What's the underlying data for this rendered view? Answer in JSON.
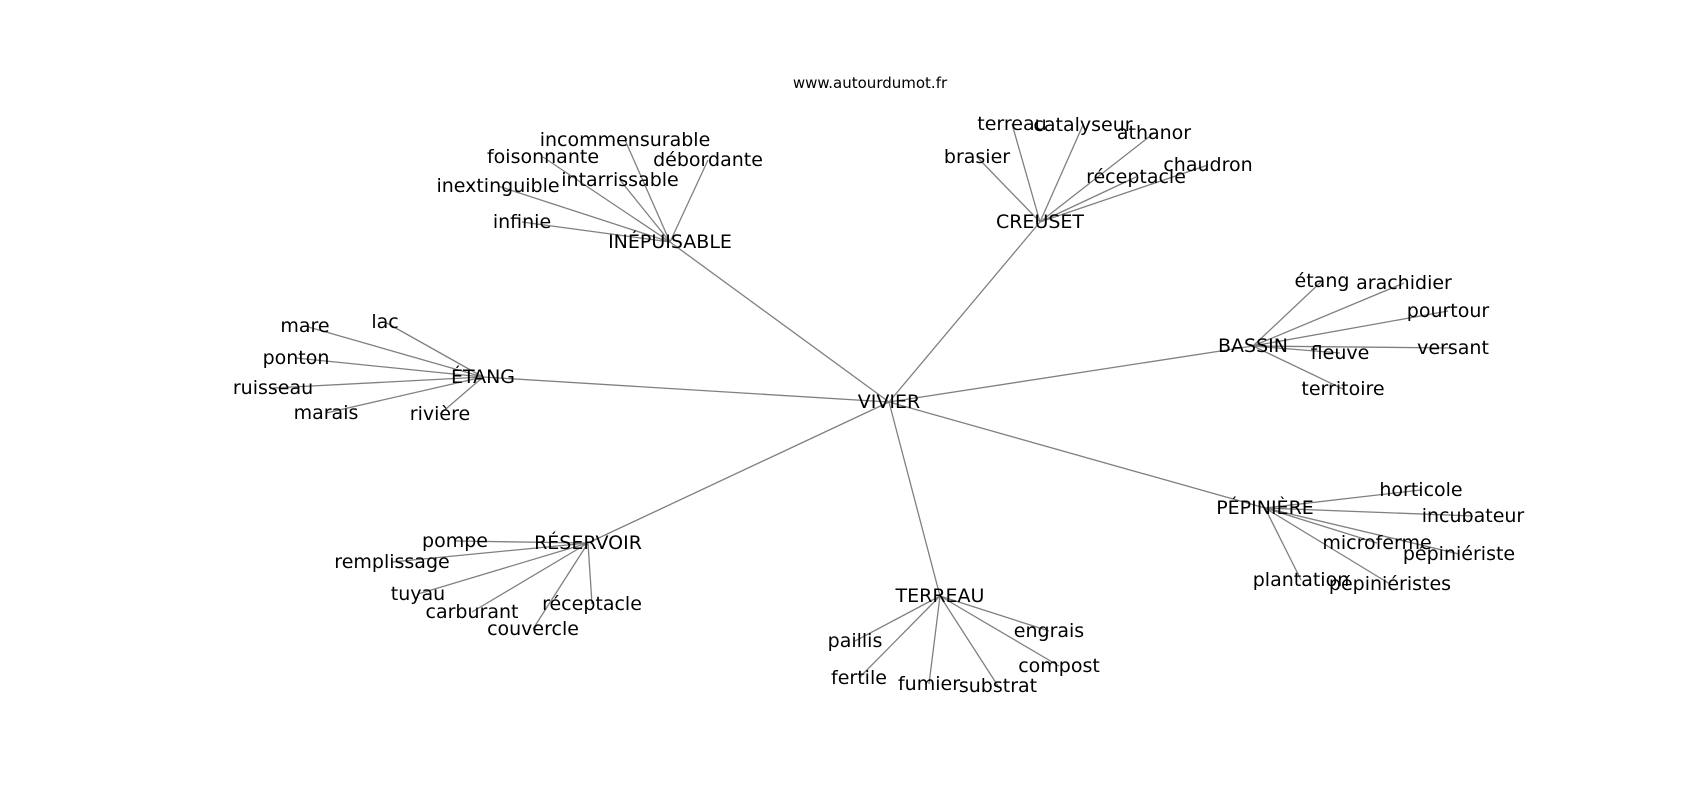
{
  "header": {
    "source": "www.autourdumot.fr"
  },
  "graph": {
    "edge_color": "#808080",
    "root": "VIVIER",
    "clusters": [
      {
        "label": "INÉPUISABLE",
        "leaves": [
          "incommensurable",
          "foisonnante",
          "débordante",
          "intarrissable",
          "inextinguible",
          "infinie"
        ]
      },
      {
        "label": "CREUSET",
        "leaves": [
          "terreau",
          "catalyseur",
          "athanor",
          "brasier",
          "réceptacle",
          "chaudron"
        ]
      },
      {
        "label": "BASSIN",
        "leaves": [
          "étang",
          "arachidier",
          "pourtour",
          "fleuve",
          "versant",
          "territoire"
        ]
      },
      {
        "label": "ÉTANG",
        "leaves": [
          "lac",
          "mare",
          "ponton",
          "ruisseau",
          "marais",
          "rivière"
        ]
      },
      {
        "label": "PÉPINIÈRE",
        "leaves": [
          "horticole",
          "incubateur",
          "microferme",
          "pépiniériste",
          "plantation",
          "pépiniéristes"
        ]
      },
      {
        "label": "RÉSERVOIR",
        "leaves": [
          "pompe",
          "remplissage",
          "tuyau",
          "carburant",
          "réceptacle",
          "couvercle"
        ]
      },
      {
        "label": "TERREAU",
        "leaves": [
          "paillis",
          "engrais",
          "compost",
          "fertile",
          "fumier",
          "substrat"
        ]
      }
    ]
  }
}
